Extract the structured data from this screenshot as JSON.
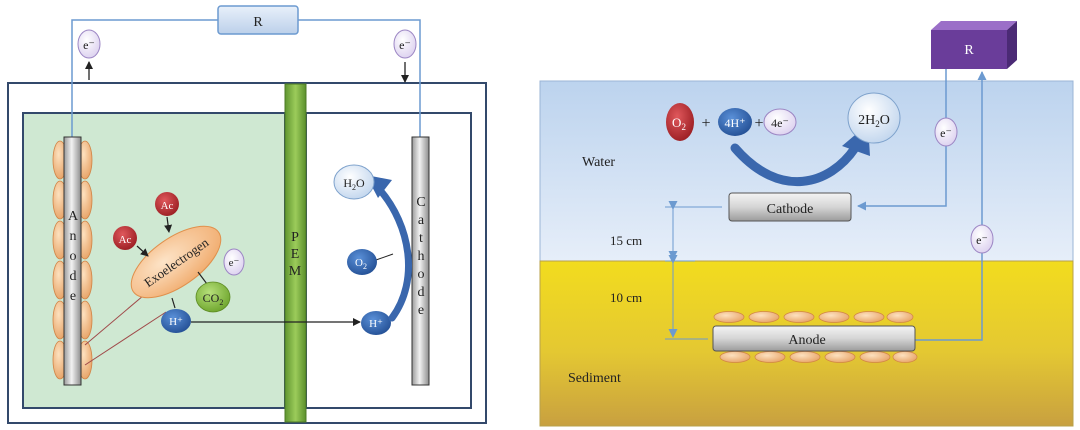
{
  "left": {
    "resistor_label": "R",
    "electron_label": "e⁻",
    "anode_label": [
      "A",
      "n",
      "o",
      "d",
      "e"
    ],
    "cathode_label": [
      "C",
      "a",
      "t",
      "h",
      "o",
      "d",
      "e"
    ],
    "pem_label": [
      "P",
      "E",
      "M"
    ],
    "exoelectrogen_label": "Exoelectrogen",
    "acetate_label": "Ac",
    "co2_label": {
      "main": "CO",
      "sub": "2"
    },
    "proton_label": "H⁺",
    "water_label": {
      "a": "H",
      "sub": "2",
      "b": "O"
    },
    "oxygen_label": {
      "main": "O",
      "sub": "2"
    }
  },
  "right": {
    "resistor_label": "R",
    "electron_label": "e⁻",
    "reaction": {
      "o2": {
        "main": "O",
        "sub": "2"
      },
      "plus": "+",
      "proton": "4H⁺",
      "electrons": "4e⁻",
      "product": {
        "a": "2H",
        "sub": "2",
        "b": "O"
      }
    },
    "water_label": "Water",
    "sediment_label": "Sediment",
    "cathode_label": "Cathode",
    "anode_label": "Anode",
    "depth_water": "15 cm",
    "depth_sediment": "10 cm"
  },
  "colors": {
    "chamber_green": "#cfe8d2",
    "pem_green": "#7cb342",
    "wire_blue": "#6c9ad0",
    "frame_navy": "#33496b",
    "water_blue": "#d6e4f5",
    "sediment_yellow": "#ead21c",
    "electron_purple": "#ece4f5",
    "ac_red": "#b3262b",
    "h_blue": "#2f66b3",
    "co2_green": "#8cc63f",
    "exo_orange": "#f6c79c",
    "resistor_purple": "#6a3d9a"
  }
}
